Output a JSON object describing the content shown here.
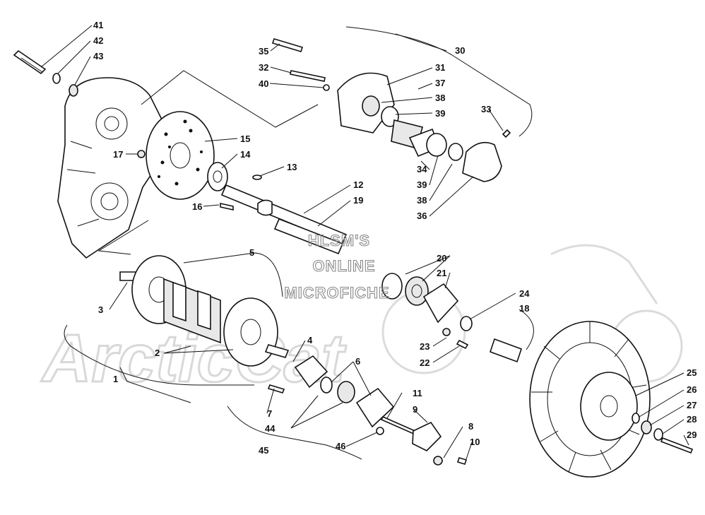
{
  "watermark": {
    "line1": "HLSM'S",
    "line2": "ONLINE",
    "line3": "MICROFICHE",
    "brand": "ArcticCat"
  },
  "callouts": [
    {
      "id": "41",
      "text": "41"
    },
    {
      "id": "42",
      "text": "42"
    },
    {
      "id": "43",
      "text": "43"
    },
    {
      "id": "35",
      "text": "35"
    },
    {
      "id": "30",
      "text": "30"
    },
    {
      "id": "32",
      "text": "32"
    },
    {
      "id": "31",
      "text": "31"
    },
    {
      "id": "37",
      "text": "37"
    },
    {
      "id": "40",
      "text": "40"
    },
    {
      "id": "38a",
      "text": "38"
    },
    {
      "id": "39a",
      "text": "39"
    },
    {
      "id": "33",
      "text": "33"
    },
    {
      "id": "15",
      "text": "15"
    },
    {
      "id": "14",
      "text": "14"
    },
    {
      "id": "17",
      "text": "17"
    },
    {
      "id": "13",
      "text": "13"
    },
    {
      "id": "34",
      "text": "34"
    },
    {
      "id": "39b",
      "text": "39"
    },
    {
      "id": "38b",
      "text": "38"
    },
    {
      "id": "36",
      "text": "36"
    },
    {
      "id": "12",
      "text": "12"
    },
    {
      "id": "19",
      "text": "19"
    },
    {
      "id": "16",
      "text": "16"
    },
    {
      "id": "5",
      "text": "5"
    },
    {
      "id": "20",
      "text": "20"
    },
    {
      "id": "21",
      "text": "21"
    },
    {
      "id": "3",
      "text": "3"
    },
    {
      "id": "24",
      "text": "24"
    },
    {
      "id": "18",
      "text": "18"
    },
    {
      "id": "4",
      "text": "4"
    },
    {
      "id": "2",
      "text": "2"
    },
    {
      "id": "23",
      "text": "23"
    },
    {
      "id": "22",
      "text": "22"
    },
    {
      "id": "1",
      "text": "1"
    },
    {
      "id": "6",
      "text": "6"
    },
    {
      "id": "25",
      "text": "25"
    },
    {
      "id": "26",
      "text": "26"
    },
    {
      "id": "11",
      "text": "11"
    },
    {
      "id": "7",
      "text": "7"
    },
    {
      "id": "9",
      "text": "9"
    },
    {
      "id": "27",
      "text": "27"
    },
    {
      "id": "28",
      "text": "28"
    },
    {
      "id": "44",
      "text": "44"
    },
    {
      "id": "8",
      "text": "8"
    },
    {
      "id": "29",
      "text": "29"
    },
    {
      "id": "45",
      "text": "45"
    },
    {
      "id": "46",
      "text": "46"
    },
    {
      "id": "10",
      "text": "10"
    }
  ]
}
